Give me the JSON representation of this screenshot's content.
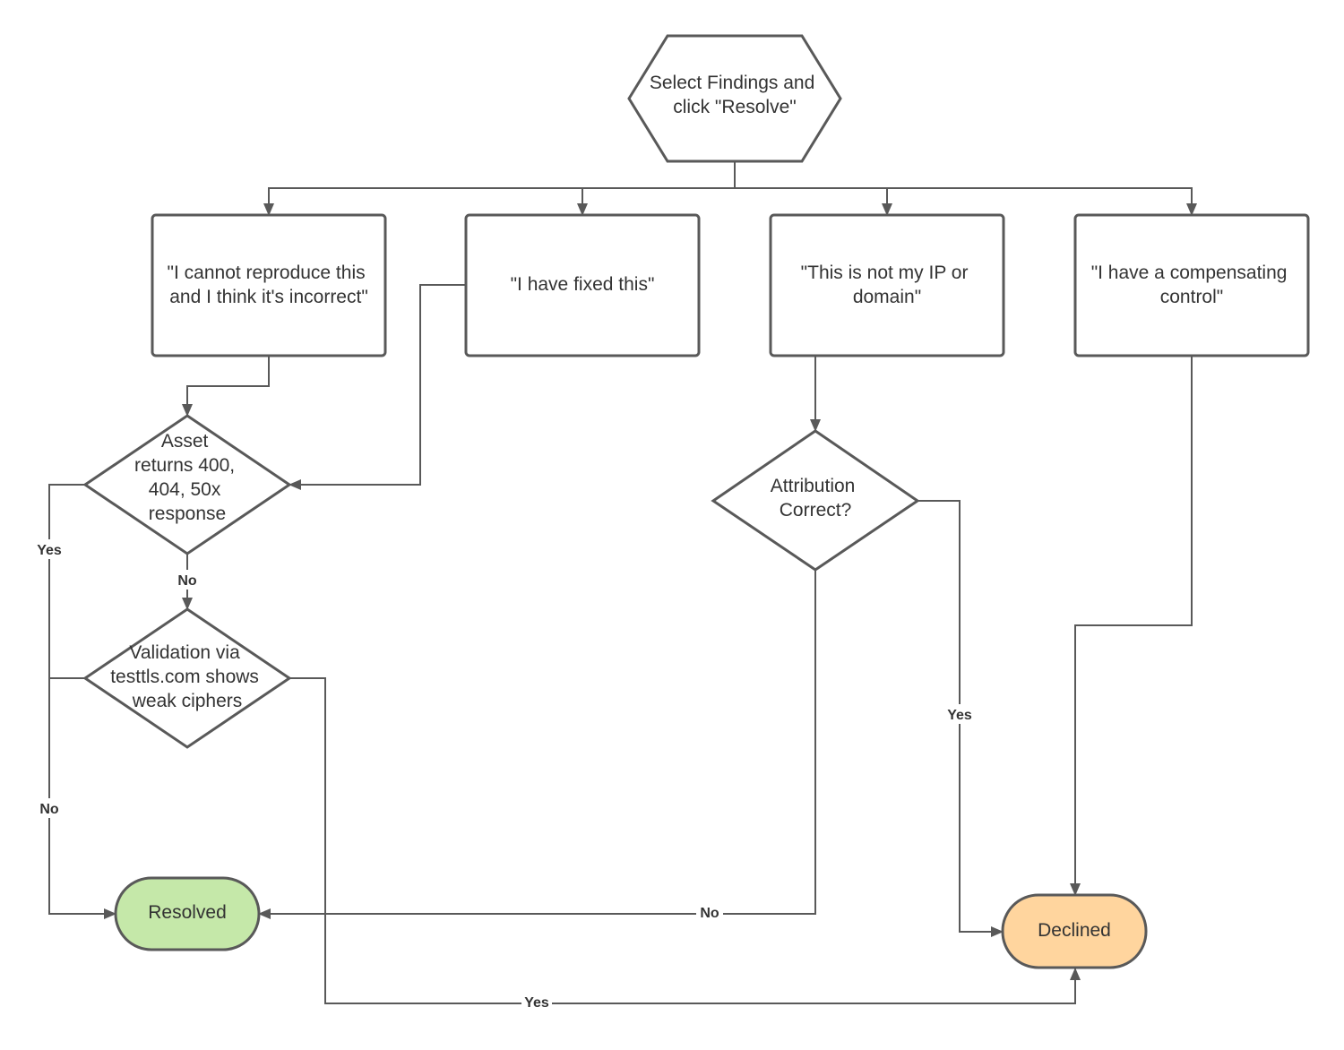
{
  "nodes": {
    "start": {
      "lines": [
        "Select Findings and",
        "click \"Resolve\""
      ]
    },
    "reproduce": {
      "lines": [
        "\"I cannot reproduce this",
        "and I think it's incorrect\""
      ]
    },
    "fixed": {
      "lines": [
        "\"I have fixed this\""
      ]
    },
    "not_mine": {
      "lines": [
        "\"This is not my IP or",
        "domain\""
      ]
    },
    "compensating": {
      "lines": [
        "\"I have a compensating",
        "control\""
      ]
    },
    "asset_returns": {
      "lines": [
        "Asset",
        "returns 400,",
        "404, 50x",
        "response"
      ]
    },
    "validation": {
      "lines": [
        "Validation via",
        "testtls.com shows",
        "weak ciphers"
      ]
    },
    "attribution": {
      "lines": [
        "Attribution",
        "Correct?"
      ]
    },
    "resolved": {
      "lines": [
        "Resolved"
      ],
      "fill": "#c5e8a9"
    },
    "declined": {
      "lines": [
        "Declined"
      ],
      "fill": "#ffd59e"
    }
  },
  "edge_labels": {
    "asset_yes": "Yes",
    "asset_no": "No",
    "validation_no": "No",
    "validation_yes": "Yes",
    "attribution_yes": "Yes",
    "attribution_no": "No"
  },
  "colors": {
    "stroke": "#595959",
    "text": "#333333"
  }
}
